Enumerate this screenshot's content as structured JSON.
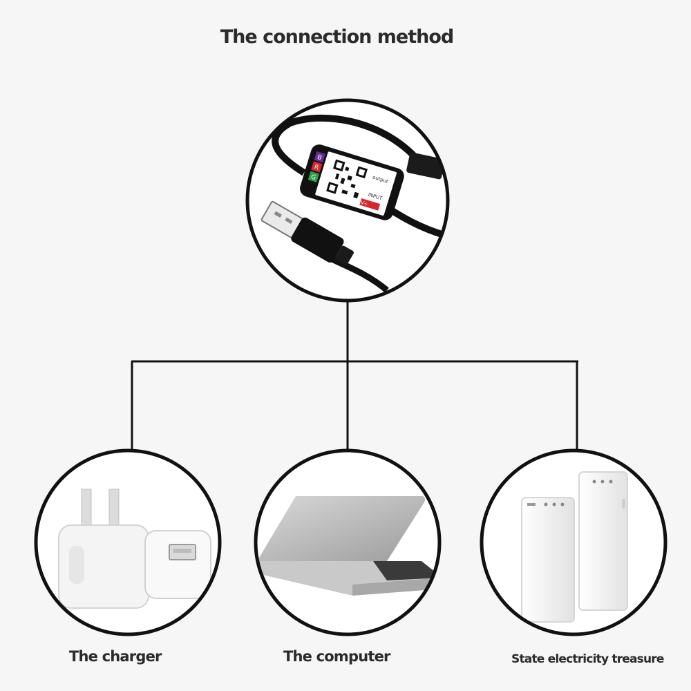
{
  "diagram": {
    "title": "The connection method",
    "controller": {
      "icon": "usb-bluetooth-controller-icon",
      "output_label": "output",
      "input_label": "INPUT",
      "channel_labels": [
        "B",
        "R",
        "G",
        "V+"
      ]
    },
    "nodes": [
      {
        "id": "charger",
        "label": "The charger",
        "icon": "wall-charger-icon"
      },
      {
        "id": "computer",
        "label": "The computer",
        "icon": "laptop-icon"
      },
      {
        "id": "treasure",
        "label": "State electricity treasure",
        "icon": "power-bank-icon"
      }
    ],
    "colors": {
      "line": "#111111",
      "background": "#f6f6f6",
      "channel_b": "#6a2a9a",
      "channel_r": "#d8262d",
      "channel_g": "#2aa04a"
    }
  }
}
